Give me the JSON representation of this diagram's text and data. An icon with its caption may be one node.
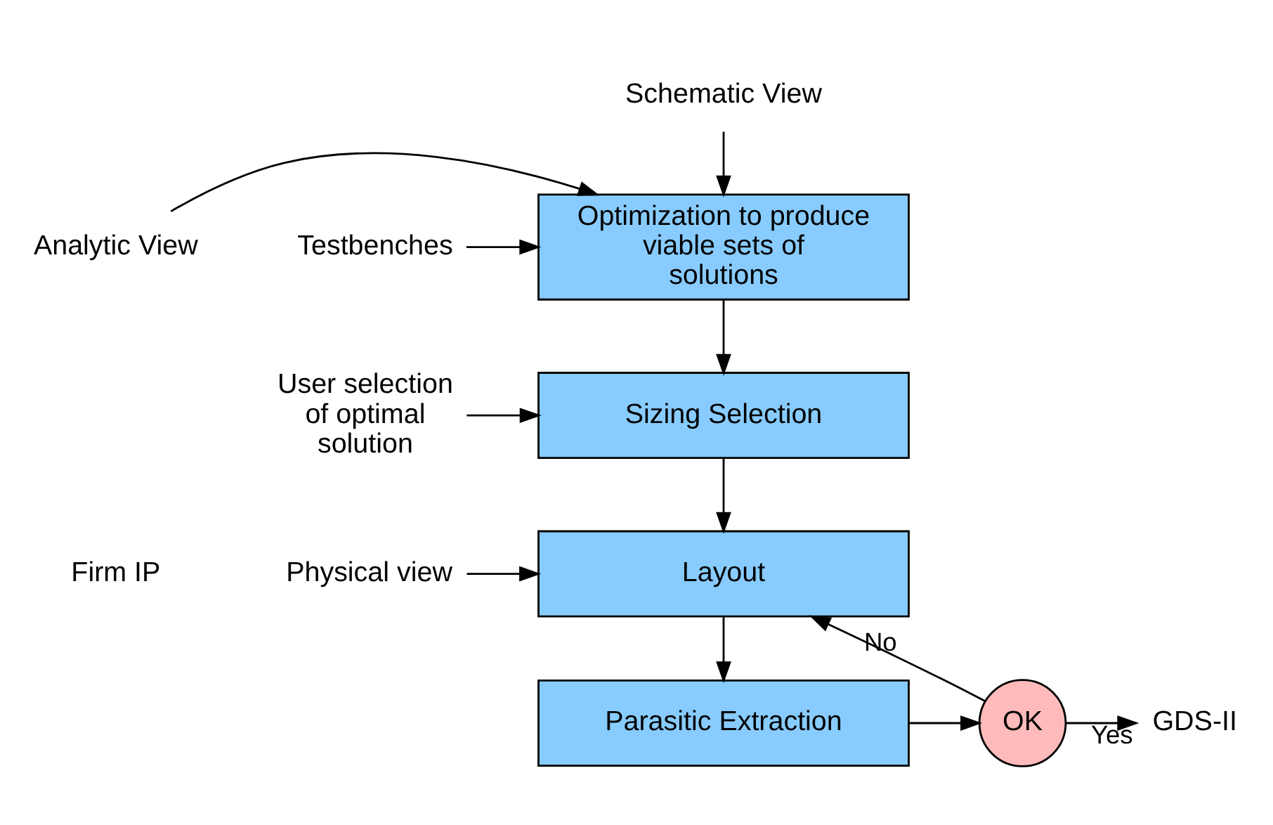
{
  "diagram": {
    "nodes": [
      {
        "text": [
          "Schematic View"
        ]
      },
      {
        "text": [
          "Analytic View"
        ]
      },
      {
        "text": [
          "Testbenches"
        ]
      },
      {
        "text": [
          "Optimization to produce viable sets of solutions"
        ]
      },
      {
        "text": [
          "Sizing Selection"
        ]
      },
      {
        "text": [
          "User selection of optimal solution"
        ]
      },
      {
        "text": [
          "Physical view"
        ]
      },
      {
        "text": [
          "Layout"
        ]
      },
      {
        "text": [
          "Parasitic Extraction"
        ]
      },
      {
        "text": [
          "OK"
        ]
      },
      {
        "text": [
          "GDS-II"
        ]
      }
    ],
    "edges": [
      {
        "from": 0,
        "to": 3,
        "arrow": "to"
      },
      {
        "from": 1,
        "to": 3,
        "arrow": "to"
      },
      {
        "from": 2,
        "to": 3,
        "arrow": "to"
      },
      {
        "from": 3,
        "to": 4,
        "arrow": "to"
      },
      {
        "from": 5,
        "to": 4,
        "arrow": "to"
      },
      {
        "from": 4,
        "to": 7,
        "arrow": "to"
      },
      {
        "from": 6,
        "to": 7,
        "arrow": "to"
      },
      {
        "from": 7,
        "to": 8,
        "arrow": "to"
      },
      {
        "from": 8,
        "to": 9,
        "arrow": "to"
      },
      {
        "from": 9,
        "to": 7,
        "label": "No",
        "arrow": "to"
      },
      {
        "from": 9,
        "to": 10,
        "label": "Yes",
        "arrow": "to"
      }
    ],
    "labels": [
      "Firm IP"
    ]
  }
}
